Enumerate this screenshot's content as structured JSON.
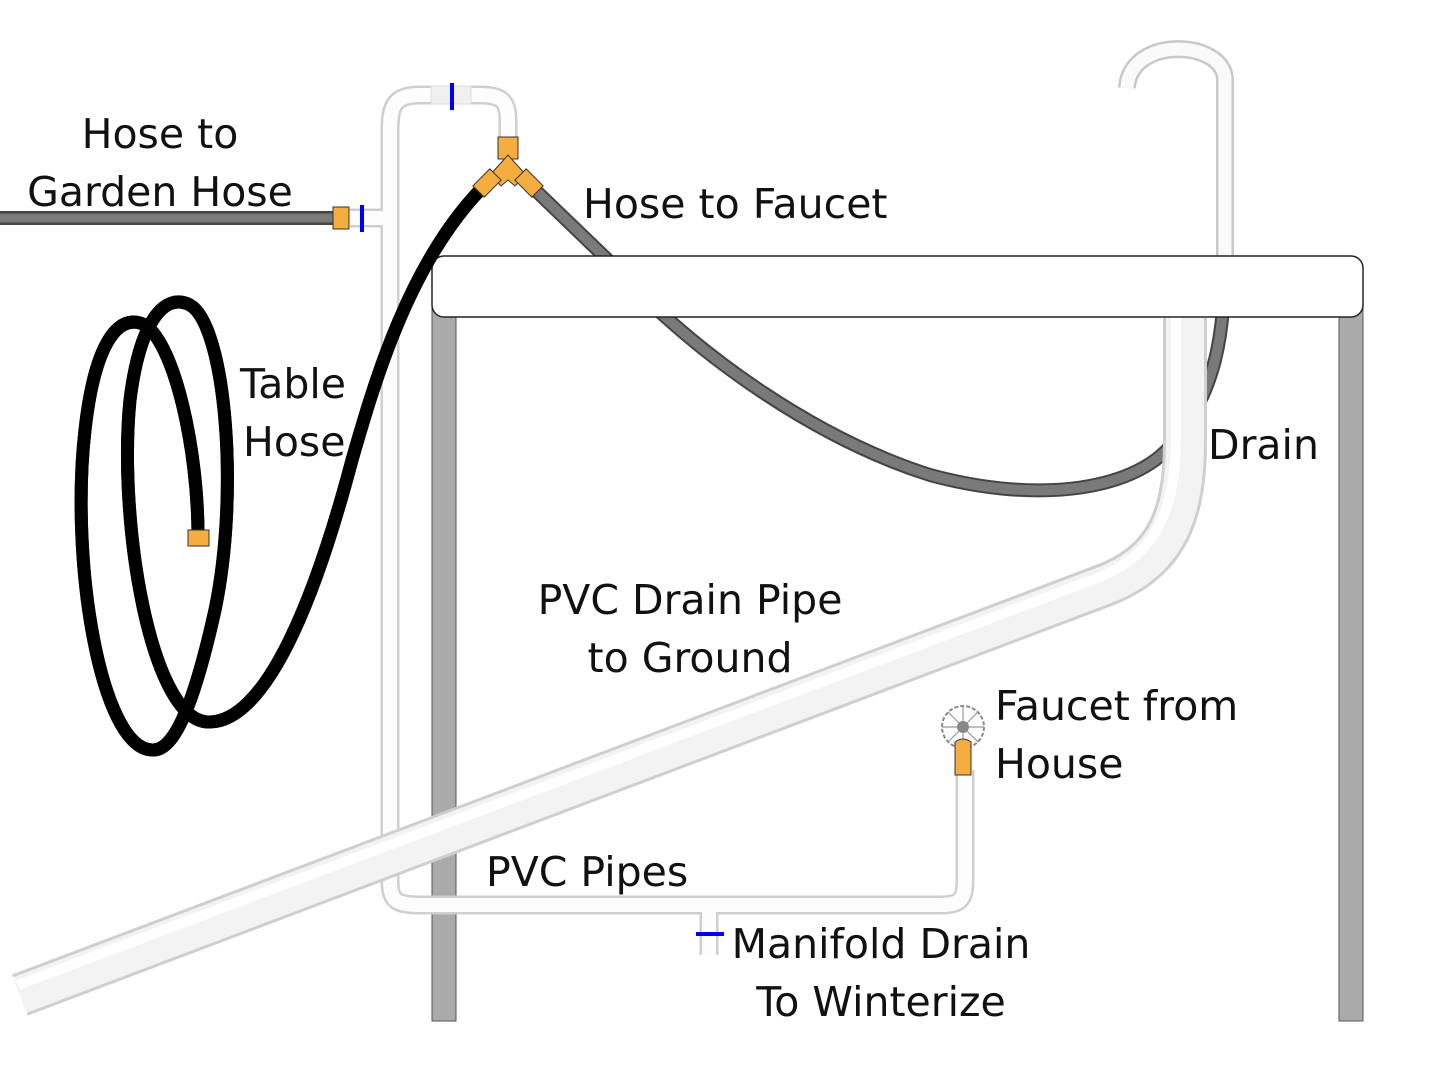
{
  "title": "Outdoor sink plumbing diagram",
  "labels": {
    "hose_to_garden": [
      "Hose to",
      "Garden Hose"
    ],
    "hose_to_faucet": "Hose to Faucet",
    "table_hose": [
      "Table",
      "Hose"
    ],
    "drain": "Drain",
    "pvc_drain_pipe": [
      "PVC Drain Pipe",
      "to Ground"
    ],
    "faucet_from_house": [
      "Faucet from",
      "House"
    ],
    "pvc_pipes": "PVC Pipes",
    "manifold_drain": [
      "Manifold Drain",
      "To Winterize"
    ]
  },
  "colors": {
    "fitting": "#f5ad3f",
    "valve": "#0000ee",
    "hose_green": "#22e41e",
    "hose_gray": "#707070",
    "table_leg": "#aaaaaa",
    "pvc": "#ffffff"
  }
}
